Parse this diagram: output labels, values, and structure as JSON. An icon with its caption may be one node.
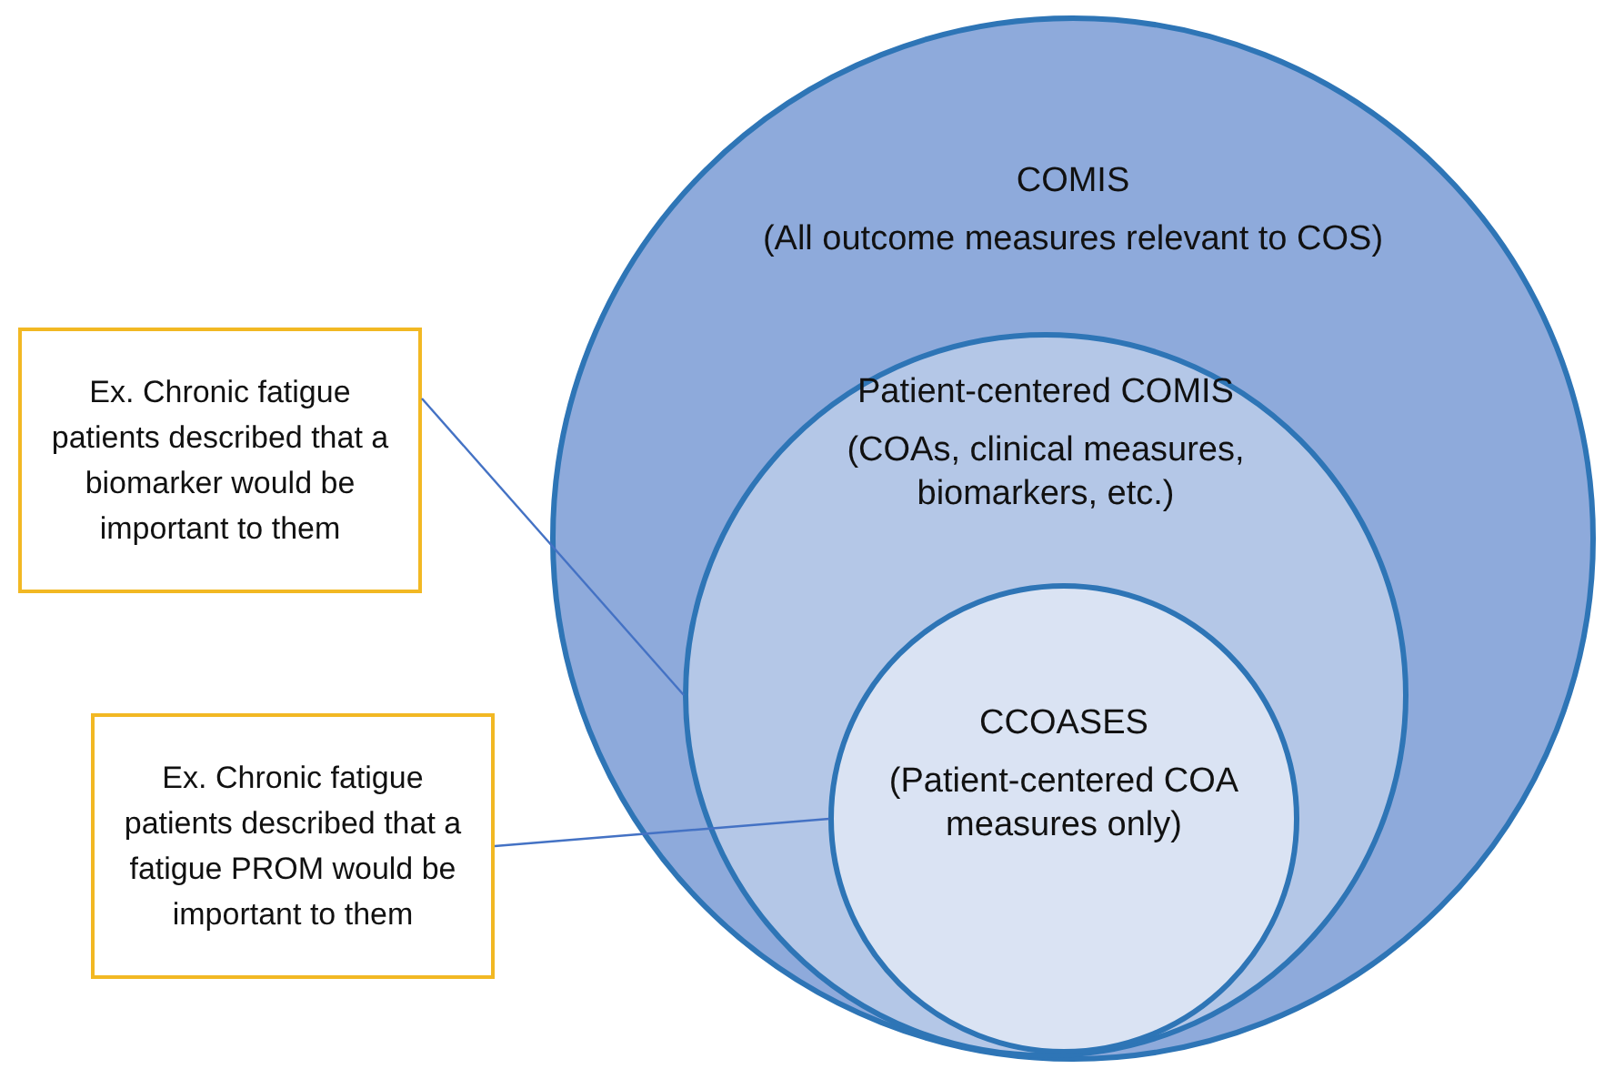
{
  "diagram": {
    "nodes": [
      {
        "text": [
          "COMIS",
          "(All outcome measures relevant to COS)"
        ]
      },
      {
        "text": [
          "Patient-centered COMIS",
          "(COAs, clinical measures, biomarkers, etc.)"
        ],
        "in": 0
      },
      {
        "text": [
          "CCOASES",
          "(Patient-centered COA measures only)"
        ],
        "in": 1
      },
      {
        "text": [
          "Ex. Chronic fatigue patients described that a biomarker would be important to them"
        ]
      },
      {
        "text": [
          "Ex. Chronic fatigue patients described that a fatigue PROM would be important to them"
        ]
      }
    ],
    "edges": [
      {
        "from": 3,
        "to": 1,
        "arrow": "none"
      },
      {
        "from": 4,
        "to": 2,
        "arrow": "none"
      }
    ]
  }
}
